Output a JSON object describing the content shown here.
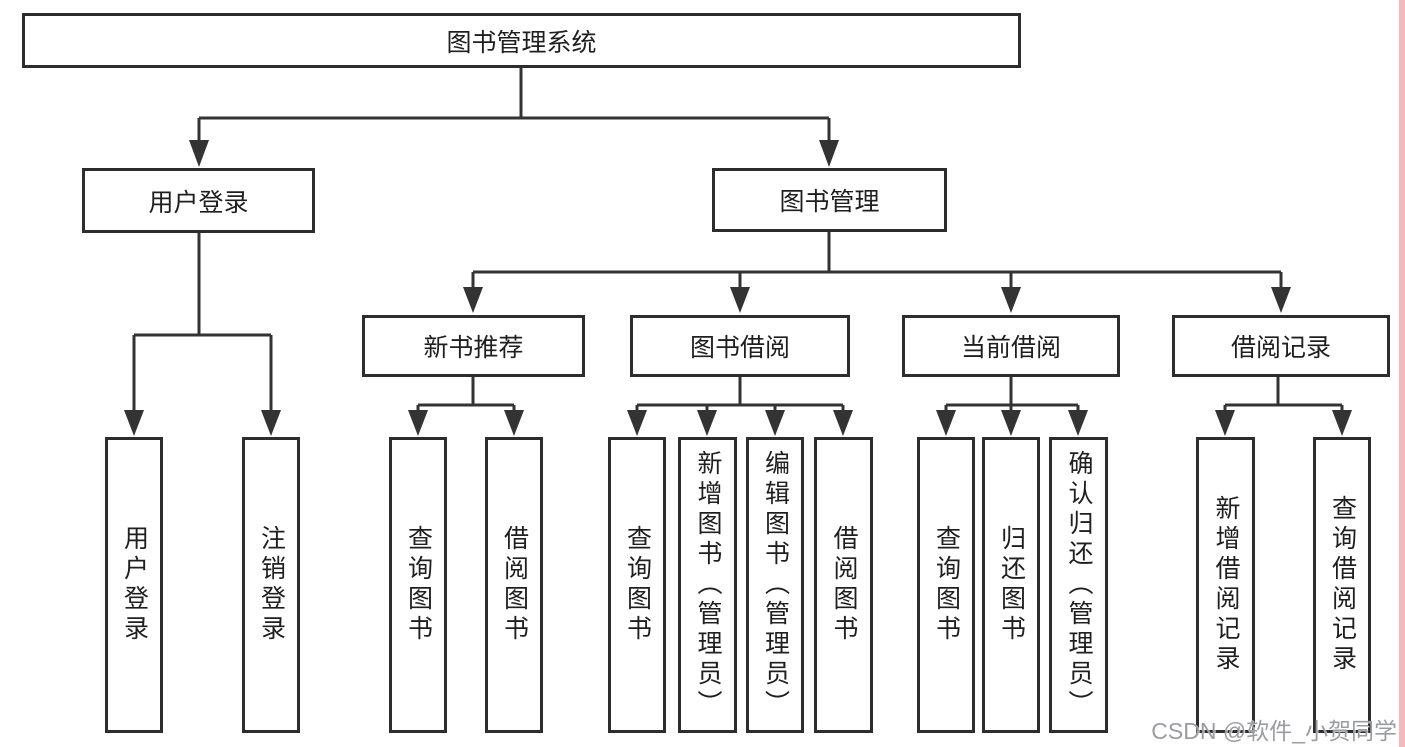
{
  "title": "图书管理系统",
  "colors": {
    "line": "#333333",
    "box_border": "#2d2d2d",
    "text": "#1f1f1f",
    "watermark_text": "#9b9ca0",
    "right_edge_strip": "#f2baba",
    "background": "#ffffff"
  },
  "nodes": {
    "root": {
      "label": "图书管理系统"
    },
    "level2": [
      {
        "label": "用户登录"
      },
      {
        "label": "图书管理"
      }
    ],
    "level3": [
      {
        "label": "新书推荐"
      },
      {
        "label": "图书借阅"
      },
      {
        "label": "当前借阅"
      },
      {
        "label": "借阅记录"
      }
    ],
    "leaves": [
      {
        "label": "用户登录",
        "parent": "用户登录"
      },
      {
        "label": "注销登录",
        "parent": "用户登录"
      },
      {
        "label": "查询图书",
        "parent": "新书推荐"
      },
      {
        "label": "借阅图书",
        "parent": "新书推荐"
      },
      {
        "label": "查询图书",
        "parent": "图书借阅"
      },
      {
        "label": "新增图书（管理员）",
        "parent": "图书借阅"
      },
      {
        "label": "编辑图书（管理员）",
        "parent": "图书借阅"
      },
      {
        "label": "借阅图书",
        "parent": "图书借阅"
      },
      {
        "label": "查询图书",
        "parent": "当前借阅"
      },
      {
        "label": "归还图书",
        "parent": "当前借阅"
      },
      {
        "label": "确认归还（管理员）",
        "parent": "当前借阅"
      },
      {
        "label": "新增借阅记录",
        "parent": "借阅记录"
      },
      {
        "label": "查询借阅记录",
        "parent": "借阅记录"
      }
    ]
  },
  "watermark": {
    "text": "CSDN @软件_小贺同学"
  }
}
